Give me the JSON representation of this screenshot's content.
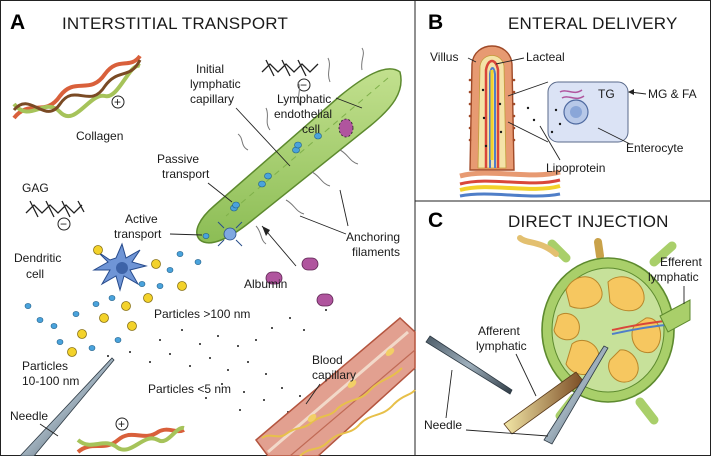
{
  "panel_a": {
    "letter": "A",
    "title": "INTERSTITIAL TRANSPORT",
    "labels": {
      "collagen": "Collagen",
      "plus_sign": "+",
      "gag": "GAG",
      "minus_sign": "−",
      "initial_cap_line1": "Initial",
      "initial_cap_line2": "lymphatic",
      "initial_cap_line3": "capillary",
      "lec_line1": "Lymphatic",
      "lec_line2": "endothelial",
      "lec_line3": "cell",
      "passive_line1": "Passive",
      "passive_line2": "transport",
      "active_line1": "Active",
      "active_line2": "transport",
      "dendritic_line1": "Dendritic",
      "dendritic_line2": "cell",
      "anchoring_line1": "Anchoring",
      "anchoring_line2": "filaments",
      "albumin": "Albumin",
      "particles_large": "Particles >100 nm",
      "particles_mid_line1": "Particles",
      "particles_mid_line2": "10-100 nm",
      "particles_small": "Particles <5 nm",
      "blood_line1": "Blood",
      "blood_line2": "capillary",
      "needle": "Needle"
    }
  },
  "panel_b": {
    "letter": "B",
    "title": "ENTERAL DELIVERY",
    "labels": {
      "villus": "Villus",
      "lacteal": "Lacteal",
      "tg": "TG",
      "mg_fa": "MG & FA",
      "enterocyte": "Enterocyte",
      "lipoprotein": "Lipoprotein"
    }
  },
  "panel_c": {
    "letter": "C",
    "title": "DIRECT INJECTION",
    "labels": {
      "efferent_line1": "Efferent",
      "efferent_line2": "lymphatic",
      "afferent_line1": "Afferent",
      "afferent_line2": "lymphatic",
      "needle": "Needle"
    }
  },
  "colors": {
    "lymphatic_green": "#a9cf6a",
    "lymphatic_dark": "#5d8a2e",
    "particle_blue": "#4aa3dc",
    "particle_yellow": "#f3d22a",
    "albumin_purple": "#b0559e",
    "blood_red": "#d98a78",
    "node_yellow": "#f6c760"
  }
}
